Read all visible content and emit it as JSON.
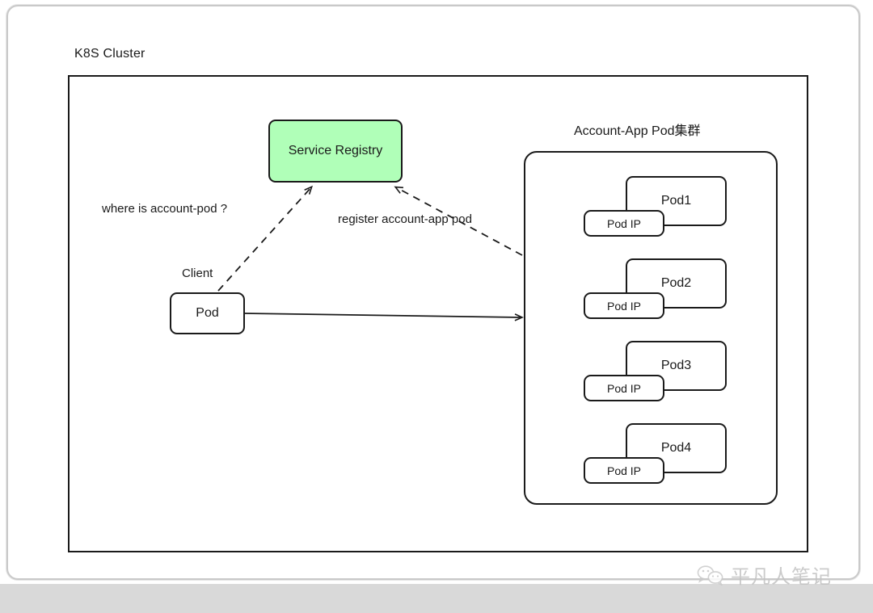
{
  "frame": {
    "name": "slide-frame"
  },
  "diagram": {
    "cluster_title": "K8S Cluster",
    "service_registry": {
      "label": "Service Registry",
      "fill_color": "#b0ffb8",
      "stroke_color": "#1a1a1a"
    },
    "client": {
      "caption": "Client",
      "pod_label": "Pod"
    },
    "edges": [
      {
        "id": "query",
        "label": "where is account-pod ?",
        "style": "dashed",
        "from": "client-pod",
        "to": "service-registry"
      },
      {
        "id": "register",
        "label": "register account-app pod",
        "style": "dashed",
        "from": "account-app-pod-group",
        "to": "service-registry"
      },
      {
        "id": "request",
        "label": "",
        "style": "solid",
        "from": "client-pod",
        "to": "account-app-pod-group"
      }
    ],
    "pod_group": {
      "title": "Account-App Pod集群",
      "pod_ip_label": "Pod IP",
      "pods": [
        {
          "label": "Pod1",
          "ip_label": "Pod IP"
        },
        {
          "label": "Pod2",
          "ip_label": "Pod IP"
        },
        {
          "label": "Pod3",
          "ip_label": "Pod IP"
        },
        {
          "label": "Pod4",
          "ip_label": "Pod IP"
        }
      ]
    }
  },
  "watermark": {
    "icon": "wechat-icon",
    "text": "平凡人笔记",
    "color": "#c2c2c2"
  }
}
